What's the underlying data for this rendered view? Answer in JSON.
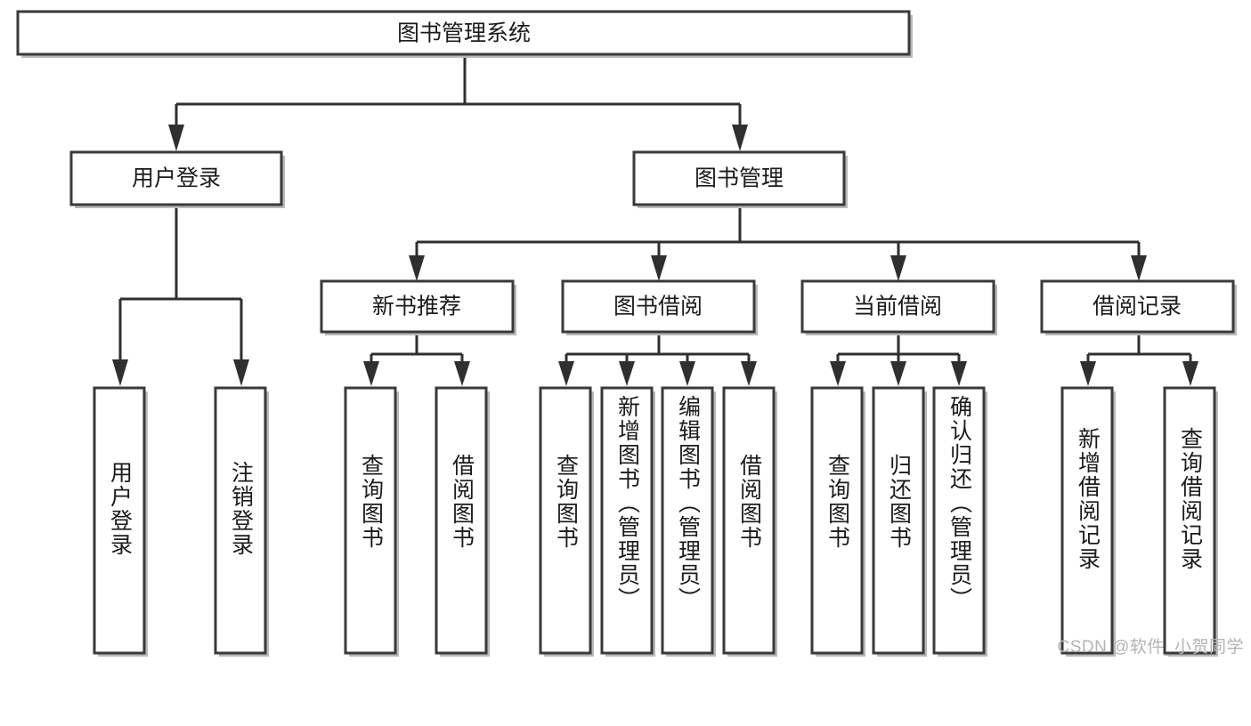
{
  "diagram": {
    "title": "图书管理系统",
    "type": "tree-hierarchy-diagram",
    "watermark": "CSDN @软件_小贺同学",
    "colors": {
      "box_border": "#3a3a3a",
      "box_fill": "#ffffff",
      "connector": "#2f2f2f",
      "text": "#1b1b1b",
      "shadow": "#b9b9b9",
      "watermark": "#b3b3b3"
    },
    "root": {
      "label": "图书管理系统"
    },
    "level2": [
      {
        "label": "用户登录"
      },
      {
        "label": "图书管理"
      }
    ],
    "level3": [
      {
        "label": "新书推荐"
      },
      {
        "label": "图书借阅"
      },
      {
        "label": "当前借阅"
      },
      {
        "label": "借阅记录"
      }
    ],
    "leaves": {
      "user_login": [
        {
          "label": "用户登录"
        },
        {
          "label": "注销登录"
        }
      ],
      "new_book_recommend": [
        {
          "label": "查询图书"
        },
        {
          "label": "借阅图书"
        }
      ],
      "book_borrow": [
        {
          "label": "查询图书"
        },
        {
          "label": "新增图书（管理员）"
        },
        {
          "label": "编辑图书（管理员）"
        },
        {
          "label": "借阅图书"
        }
      ],
      "current_borrow": [
        {
          "label": "查询图书"
        },
        {
          "label": "归还图书"
        },
        {
          "label": "确认归还（管理员）"
        }
      ],
      "borrow_record": [
        {
          "label": "新增借阅记录"
        },
        {
          "label": "查询借阅记录"
        }
      ]
    }
  }
}
